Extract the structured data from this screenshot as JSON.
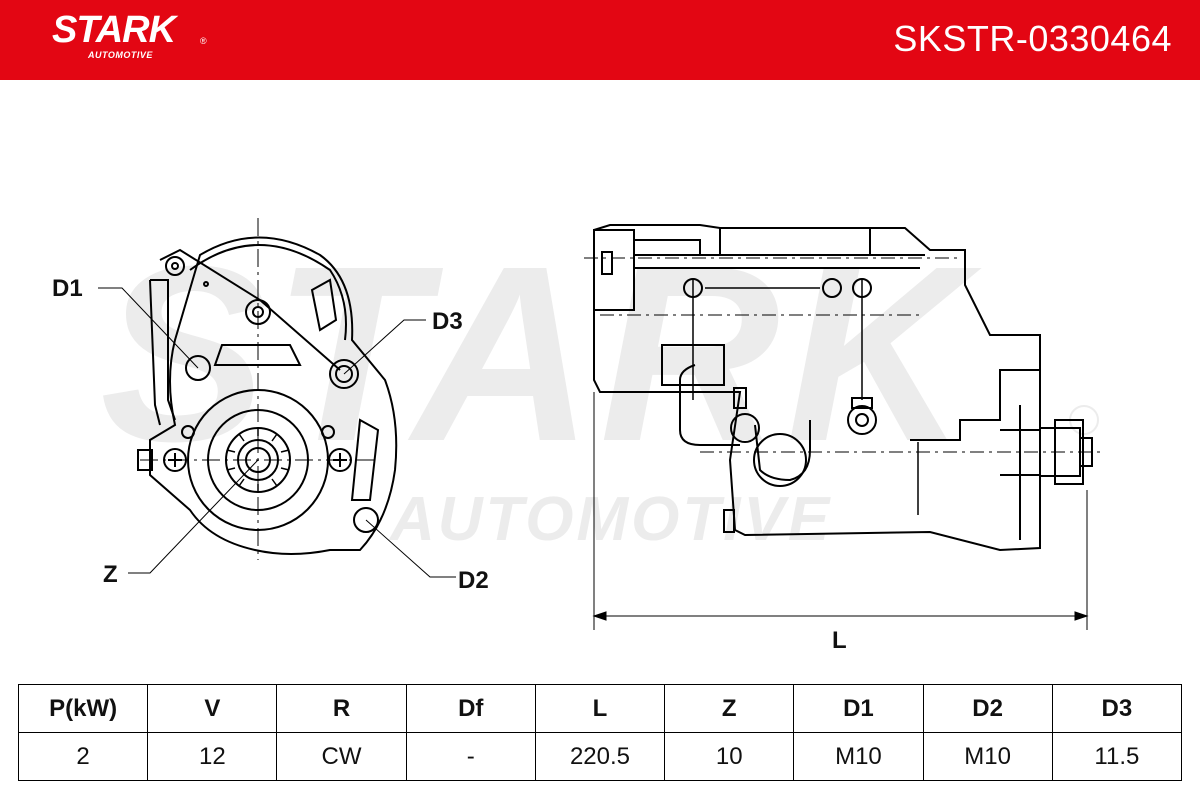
{
  "brand": {
    "name": "STARK",
    "registered": "®",
    "sub": "AUTOMOTIVE",
    "color": "#e30613"
  },
  "product_code": "SKSTR-0330464",
  "watermark": {
    "main": "STARK",
    "sub": "AUTOMOTIVE"
  },
  "labels": {
    "d1": "D1",
    "d2": "D2",
    "d3": "D3",
    "z": "Z",
    "l": "L"
  },
  "specs": {
    "headers": [
      "P(kW)",
      "V",
      "R",
      "Df",
      "L",
      "Z",
      "D1",
      "D2",
      "D3"
    ],
    "values": [
      "2",
      "12",
      "CW",
      "-",
      "220.5",
      "10",
      "M10",
      "M10",
      "11.5"
    ]
  }
}
